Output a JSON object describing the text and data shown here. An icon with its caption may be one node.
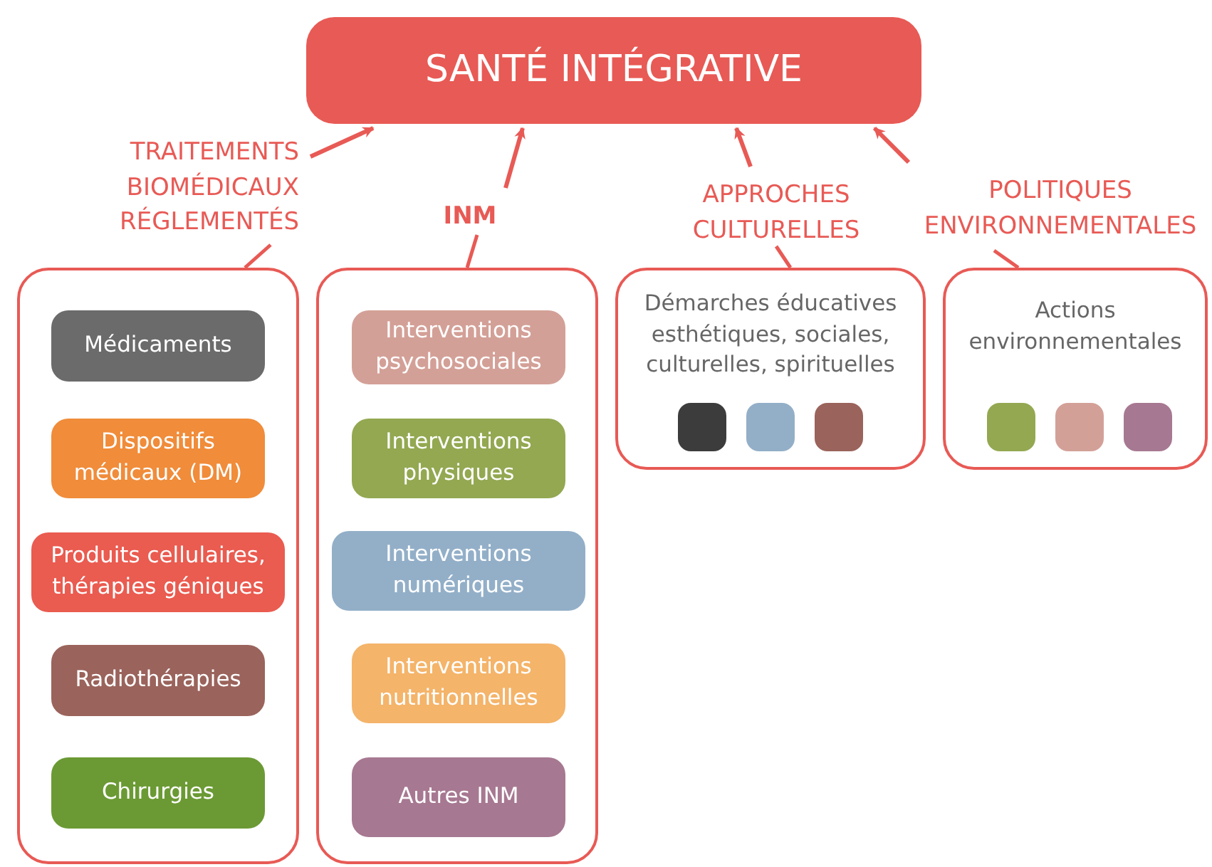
{
  "diagram": {
    "nodes": [
      {
        "text": [
          "SANTÉ INTÉGRATIVE"
        ]
      },
      {
        "text": [
          "TRAITEMENTS BIOMÉDICAUX RÉGLEMENTÉS"
        ]
      },
      {
        "text": [
          "Médicaments"
        ],
        "in": 1
      },
      {
        "text": [
          "Dispositifs médicaux (DM)"
        ],
        "in": 1
      },
      {
        "text": [
          "Produits cellulaires, thérapies géniques"
        ],
        "in": 1
      },
      {
        "text": [
          "Radiothérapies"
        ],
        "in": 1
      },
      {
        "text": [
          "Chirurgies"
        ],
        "in": 1
      },
      {
        "text": [
          "INM"
        ]
      },
      {
        "text": [
          "Interventions psychosociales"
        ],
        "in": 7
      },
      {
        "text": [
          "Interventions physiques"
        ],
        "in": 7
      },
      {
        "text": [
          "Interventions numériques"
        ],
        "in": 7
      },
      {
        "text": [
          "Interventions nutritionnelles"
        ],
        "in": 7
      },
      {
        "text": [
          "Autres INM"
        ],
        "in": 7
      },
      {
        "text": [
          "APPROCHES CULTURELLES",
          "Démarches éducatives esthétiques, sociales, culturelles, spirituelles"
        ]
      },
      {
        "text": [],
        "shape": "box",
        "in": 13
      },
      {
        "text": [],
        "shape": "box",
        "in": 13
      },
      {
        "text": [],
        "shape": "box",
        "in": 13
      },
      {
        "text": [
          "POLITIQUES ENVIRONNEMENTALES",
          "Actions environnementales"
        ]
      },
      {
        "text": [],
        "shape": "box",
        "in": 17
      },
      {
        "text": [],
        "shape": "box",
        "in": 17
      },
      {
        "text": [],
        "shape": "box",
        "in": 17
      }
    ],
    "edges": [
      {
        "from": 1,
        "to": 0,
        "arrow": "to"
      },
      {
        "from": 7,
        "to": 0,
        "arrow": "to"
      },
      {
        "from": 13,
        "to": 0,
        "arrow": "to"
      },
      {
        "from": 17,
        "to": 0,
        "arrow": "to"
      }
    ]
  }
}
